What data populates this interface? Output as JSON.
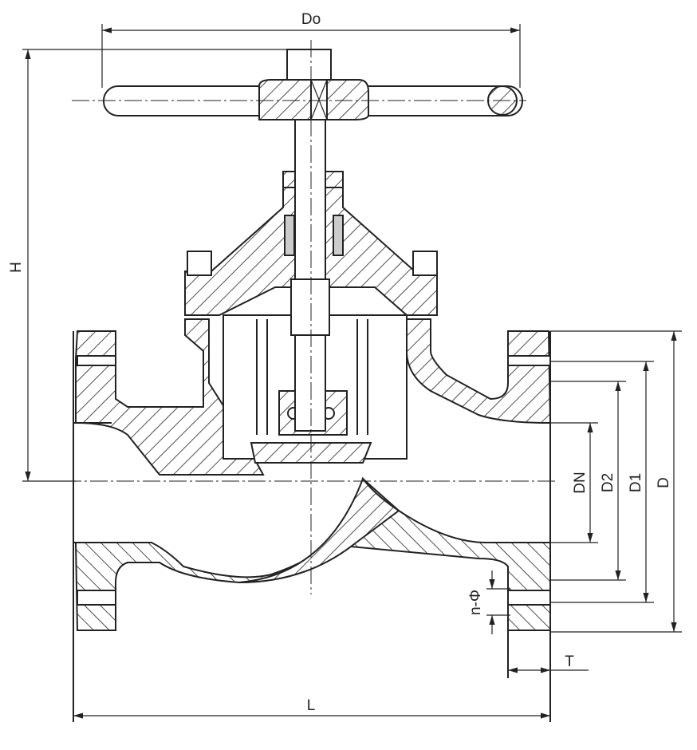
{
  "title": "Globe valve sectional drawing",
  "dimensions": {
    "handwheel_diameter": "Do",
    "height": "H",
    "nominal_diameter": "DN",
    "raised_face_diameter": "D2",
    "bolt_circle_diameter": "D1",
    "flange_diameter": "D",
    "bolt_holes": "n-Φ",
    "flange_thickness": "T",
    "length": "L"
  }
}
